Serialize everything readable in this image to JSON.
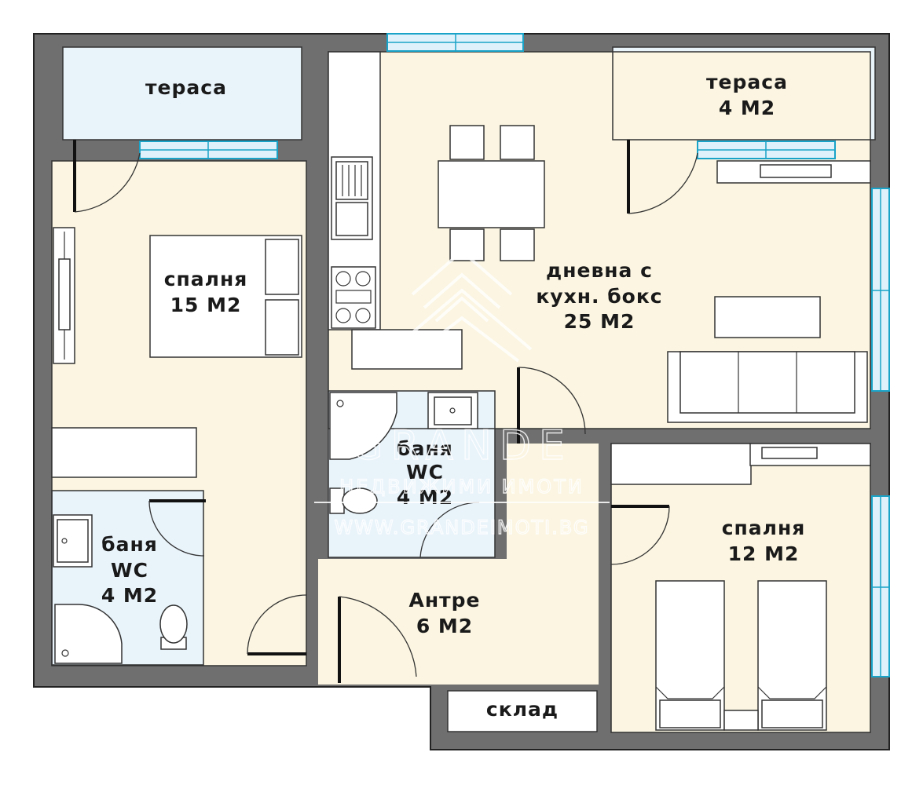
{
  "rooms": {
    "terrace_left": {
      "name": "тераса"
    },
    "terrace_right": {
      "name": "тераса",
      "area": "4 М2"
    },
    "bedroom_large": {
      "name": "спалня",
      "area": "15 М2"
    },
    "living": {
      "name": "дневна с",
      "name2": "кухн. бокс",
      "area": "25 М2"
    },
    "bath_center": {
      "name": "баня",
      "name2": "WC",
      "area": "4 М2"
    },
    "bath_left": {
      "name": "баня",
      "name2": "WC",
      "area": "4 М2"
    },
    "entrance": {
      "name": "Антре",
      "area": "6 М2"
    },
    "bedroom_small": {
      "name": "спалня",
      "area": "12 М2"
    },
    "storage": {
      "name": "склад"
    }
  },
  "watermark": {
    "brand": "GRANDE",
    "subtitle": "НЕДВИЖИМИ ИМОТИ",
    "url": "WWW.GRANDEIMOTI.BG"
  }
}
